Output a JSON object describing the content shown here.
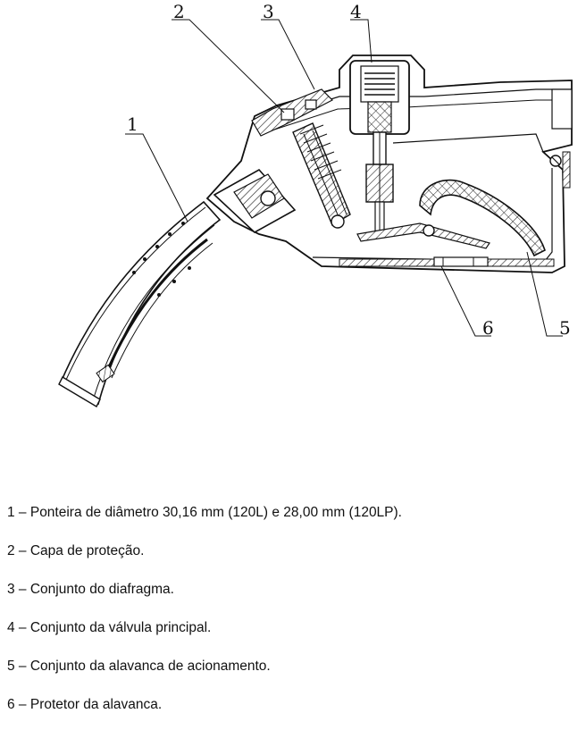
{
  "diagram": {
    "callouts": [
      "1",
      "2",
      "3",
      "4",
      "5",
      "6"
    ]
  },
  "legend": {
    "items": [
      "1 – Ponteira de diâmetro 30,16 mm (120L) e 28,00 mm (120LP).",
      "2 – Capa de proteção.",
      "3 – Conjunto do diafragma.",
      "4 – Conjunto da válvula principal.",
      "5 – Conjunto da alavanca de acionamento.",
      "6 – Protetor da alavanca."
    ]
  }
}
